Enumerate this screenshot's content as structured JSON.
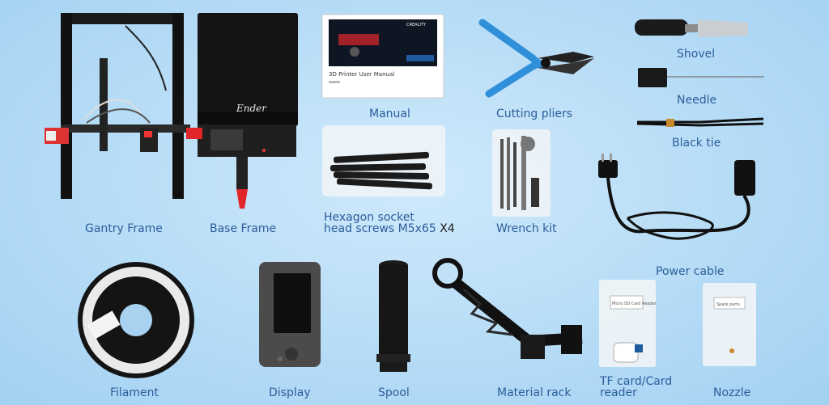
{
  "items": {
    "gantry_frame": "Gantry Frame",
    "base_frame": "Base Frame",
    "manual": "Manual",
    "screws_line1": "Hexagon socket",
    "screws_line2": "head screws M5x65",
    "screws_qty": "X4",
    "cutting_pliers": "Cutting pliers",
    "wrench_kit": "Wrench kit",
    "shovel": "Shovel",
    "needle": "Needle",
    "black_tie": "Black tie",
    "power_cable": "Power cable",
    "filament": "Filament",
    "display": "Display",
    "spool": "Spool",
    "material_rack": "Material rack",
    "tf_card_line1": "TF card/Card",
    "tf_card_line2": "reader",
    "nozzle": "Nozzle"
  },
  "printed_text": {
    "manual_title": "3D Printer User Manual",
    "manual_brand": "CREALITY",
    "printer_brand": "Ender",
    "tf_bag_tag": "Micro SD Card Reader",
    "nozzle_bag_tag": "Spare parts"
  },
  "colors": {
    "background": "#b6dcf6",
    "label": "#2b5d9a",
    "pliers_handle": "#2f8fd8",
    "accent_red": "#e0262a"
  }
}
